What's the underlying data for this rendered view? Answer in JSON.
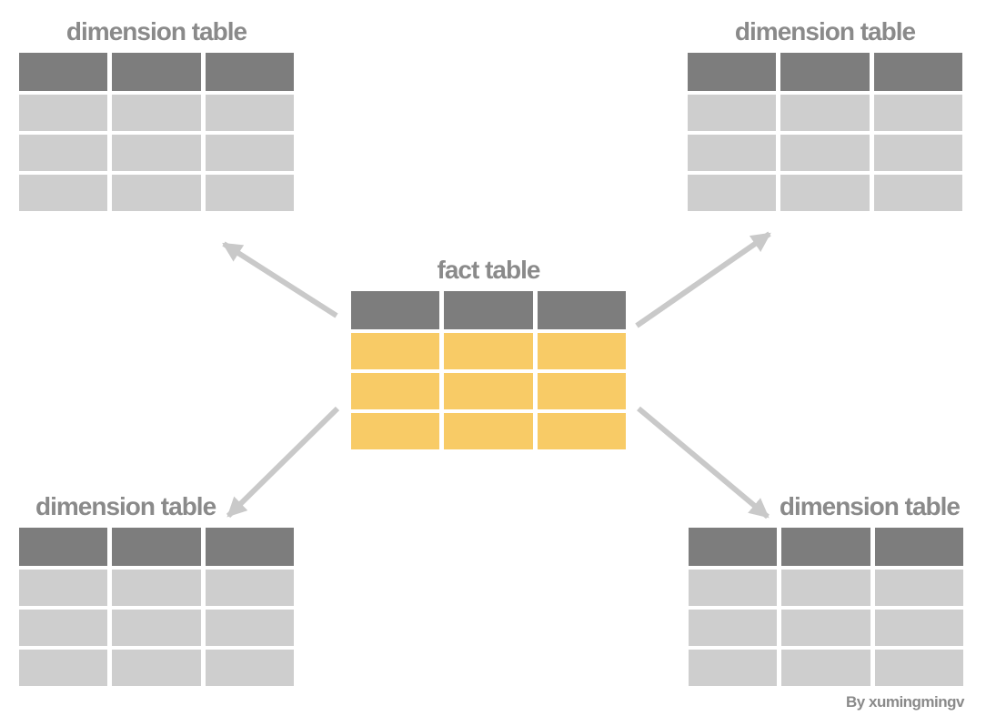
{
  "colors": {
    "header_cell": "#7d7d7d",
    "dimension_cell": "#cecece",
    "fact_cell": "#f8cb66",
    "arrow": "#c9c9c9",
    "title": "#8a8a8a"
  },
  "grid": {
    "columns": 3,
    "header_rows": 1,
    "body_rows": 3
  },
  "fact_table": {
    "title": "fact table"
  },
  "dimension_tables": {
    "top_left": {
      "title": "dimension table"
    },
    "top_right": {
      "title": "dimension table"
    },
    "bottom_left": {
      "title": "dimension table"
    },
    "bottom_right": {
      "title": "dimension table"
    }
  },
  "credit": "By xumingmingv"
}
